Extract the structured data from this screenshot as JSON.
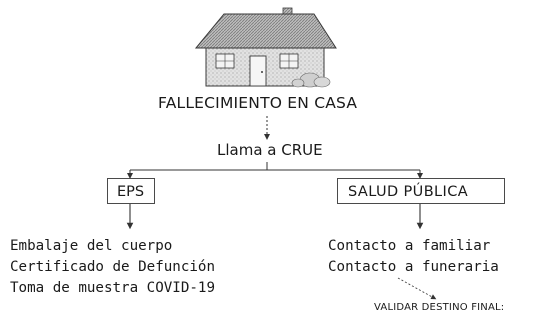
{
  "diagram": {
    "title": "FALLECIMIENTO EN CASA",
    "step": "Llama a CRUE",
    "branches": [
      {
        "label": "EPS",
        "items": [
          "Embalaje del cuerpo",
          "Certificado de Defunción",
          "Toma de muestra COVID-19"
        ]
      },
      {
        "label": "SALUD PÚBLICA",
        "items": [
          "Contacto a familiar",
          "Contacto a funeraria"
        ]
      }
    ],
    "final_note": "VALIDAR DESTINO FINAL:"
  },
  "icons": {
    "house": "house-icon"
  },
  "colors": {
    "ink": "#1a1a1a",
    "roof": "#9c9c9c",
    "wall": "#d6d6d6",
    "stroke": "#3a3a3a"
  }
}
